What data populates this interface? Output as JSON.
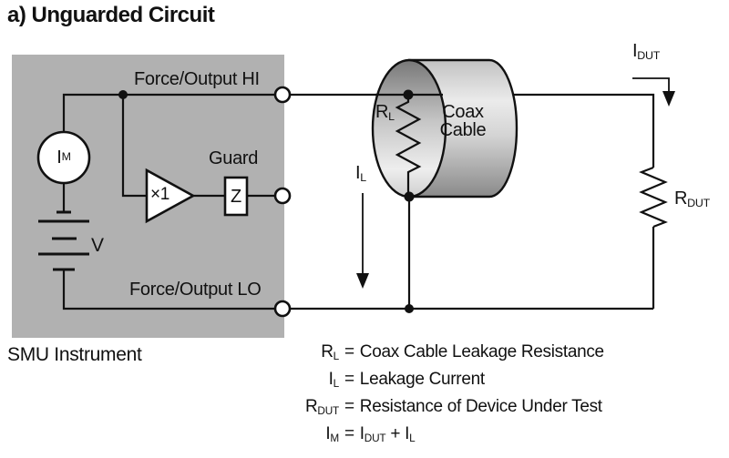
{
  "title": "a) Unguarded Circuit",
  "colors": {
    "smu_box_gray": "#b1b1b1",
    "line_black": "#111111",
    "terminal_fill": "#ffffff"
  },
  "smu": {
    "box_label": "SMU Instrument",
    "force_output_hi": "Force/Output HI",
    "force_output_lo": "Force/Output LO",
    "guard": "Guard",
    "current_meter": "I~M~",
    "voltage_source": "V",
    "buffer_gain": "×1",
    "guard_impedance": "Z"
  },
  "coax": {
    "label_line1": "Coax",
    "label_line2": "Cable",
    "leakage_resistance": "R~L~",
    "leakage_current": "I~L~"
  },
  "dut": {
    "current": "I~DUT~",
    "resistance": "R~DUT~"
  },
  "legend": {
    "rows": [
      {
        "lhs": "R~L~",
        "eq": "=",
        "rhs": "Coax Cable Leakage Resistance"
      },
      {
        "lhs": "I~L~",
        "eq": "=",
        "rhs": "Leakage Current"
      },
      {
        "lhs": "R~DUT~",
        "eq": "=",
        "rhs": "Resistance of Device Under Test"
      },
      {
        "lhs": "I~M~",
        "eq": "=",
        "rhs": "I~DUT~ + I~L~"
      }
    ]
  }
}
